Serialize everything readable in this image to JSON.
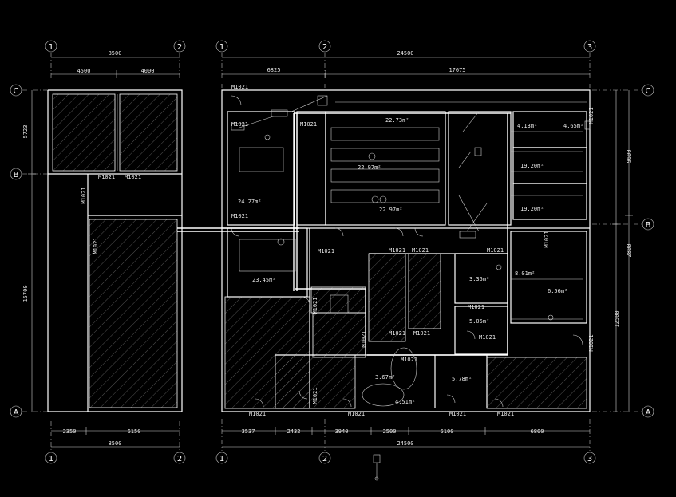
{
  "colors": {
    "background": "#000000",
    "lines": "#ffffff",
    "dim": "#cfcfcf"
  },
  "left_plan": {
    "axes_top": [
      "1",
      "2"
    ],
    "axes_bottom": [
      "1",
      "2"
    ],
    "axes_side": [
      "C",
      "B",
      "A"
    ],
    "dim_top_total": "8500",
    "dim_top_parts": [
      "4500",
      "4000"
    ],
    "dim_bottom_parts": [
      "2350",
      "6150"
    ],
    "dim_bottom_total": "8500",
    "dim_left": [
      "5723",
      "15700"
    ],
    "doors": [
      "M1021",
      "M1021",
      "M1021",
      "M1021"
    ]
  },
  "right_plan": {
    "axes_top": [
      "1",
      "2",
      "3"
    ],
    "axes_bottom": [
      "1",
      "2",
      "3"
    ],
    "axes_right": [
      "C",
      "B",
      "A"
    ],
    "dim_top_total": "24500",
    "dim_top_parts": [
      "6825",
      "17675"
    ],
    "dim_bottom_parts": [
      "3537",
      "2432",
      "3940",
      "2500",
      "5100",
      "6800"
    ],
    "dim_bottom_total": "24500",
    "dim_right": [
      "9600",
      "2800",
      "12500"
    ],
    "areas": [
      "22.73m²",
      "4.13m²",
      "4.65m²",
      "22.97m²",
      "19.20m²",
      "24.27m²",
      "22.97m²",
      "19.20m²",
      "23.45m²",
      "3.35m²",
      "8.01m²",
      "5.05m²",
      "6.56m²",
      "3.67m²",
      "5.78m²",
      "4.51m²"
    ],
    "doors": [
      "M1021",
      "M1021",
      "M1021",
      "M1021",
      "M1021",
      "M1021",
      "M1021",
      "M1021",
      "M1021",
      "M1021",
      "M1021",
      "M1021",
      "M1021",
      "M1021",
      "M1021",
      "M1021",
      "M1021",
      "M1021",
      "M1021",
      "M1021",
      "M1021",
      "M1021",
      "M1021"
    ]
  }
}
